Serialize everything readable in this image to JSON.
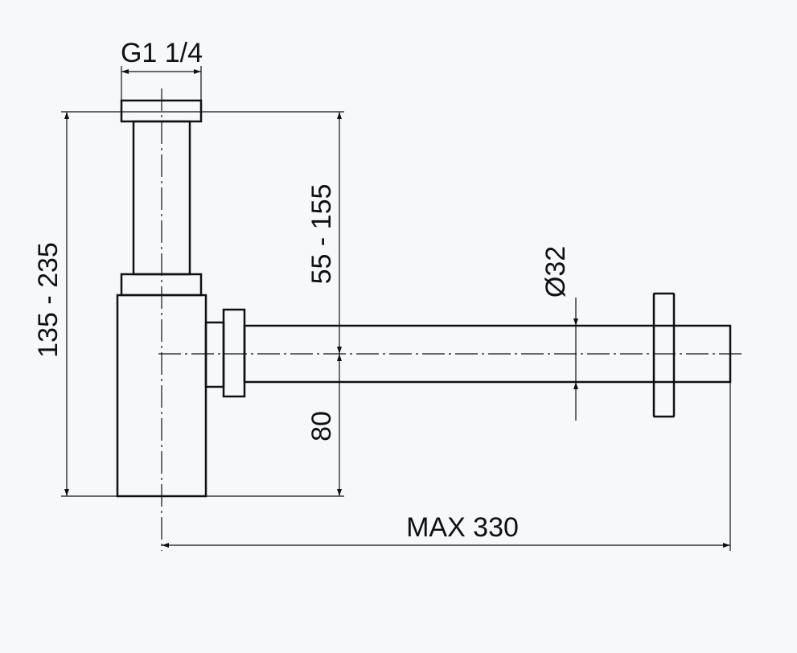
{
  "dimensions": {
    "thread": "G1 1/4",
    "total_height": "135 - 235",
    "upper_height": "55 - 155",
    "lower_height": "80",
    "pipe_diameter": "Ø32",
    "max_length": "MAX 330"
  }
}
